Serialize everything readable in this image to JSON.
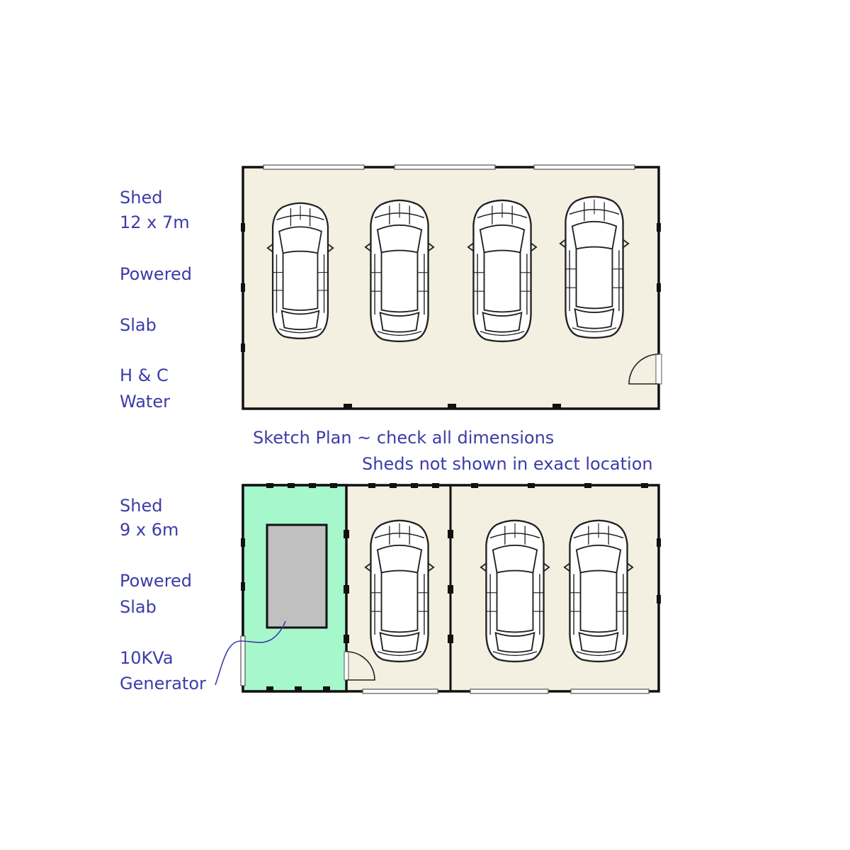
{
  "shed_top": {
    "title": "Shed",
    "size": "12 x 7m",
    "powered": "Powered",
    "slab": "Slab",
    "water_line1": "H & C",
    "water_line2": "Water"
  },
  "notes": {
    "line1": "Sketch Plan ~ check all dimensions",
    "line2": "Sheds not shown in exact location"
  },
  "shed_bottom": {
    "title": "Shed",
    "size": "9 x 6m",
    "powered": "Powered",
    "slab": "Slab",
    "generator_line1": "10KVa",
    "generator_line2": "Generator"
  },
  "colors": {
    "text": "#3c3ca8",
    "slab_fill": "#f4f0e1",
    "generator_bay_fill": "#a7f7cc",
    "generator_fill": "#c0c0c0",
    "wall": "#111111"
  },
  "icons": {
    "car": "car-top-view-icon",
    "door": "door-swing-icon",
    "window": "window-icon",
    "generator": "generator-unit-icon"
  }
}
